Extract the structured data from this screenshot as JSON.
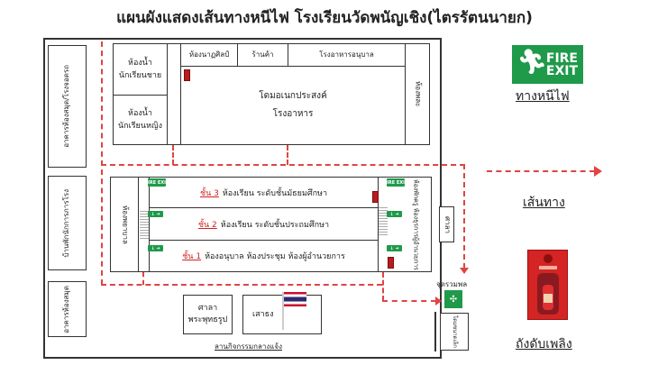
{
  "title": "แผนผังแสดงเส้นทางหนีไฟ โรงเรียนวัดพนัญเชิง(ไตรรัตนนายก)",
  "rooms": {
    "library_parking": "อาคารห้องสมุด/โรงจอดรถ",
    "janitor_house": "บ้านพักนักการภารโรง",
    "library": "อาคารห้องสมุด",
    "boys_toilet_1": "ห้องน้ำ",
    "boys_toilet_2": "นักเรียนชาย",
    "girls_toilet_1": "ห้องน้ำ",
    "girls_toilet_2": "นักเรียนหญิง",
    "dance_room": "ห้องนาฏศิลป์",
    "shop": "ร้านค้า",
    "kinder_canteen": "โรงอาหารอนุบาล",
    "dome_1": "โดมอเนกประสงค์",
    "dome_2": "โรงอาหาร",
    "pe_room": "ห้องพละ",
    "nurse_room": "ห้องพยาบาล",
    "teacher_room": "ห้องพักครู",
    "admin_room": "ห้องธุรการผู้อำนวยการ",
    "pavilion": "ศาลา",
    "buddha_pavilion_1": "ศาลา",
    "buddha_pavilion_2": "พระพุทธรูป",
    "flagpole": "เสาธง",
    "courtyard": "ลานกิจกรรมกลางแจ้ง",
    "assembly_point": "จุดรวมพล",
    "small_dome": "โดมขนาดเล็ก"
  },
  "floors": [
    {
      "num": "ชั้น 3",
      "desc": "ห้องเรียน ระดับชั้นมัธยมศึกษา"
    },
    {
      "num": "ชั้น 2",
      "desc": "ห้องเรียน ระดับชั้นประถมศึกษา"
    },
    {
      "num": "ชั้น 1",
      "desc": "ห้องอนุบาล ห้องประชุม ห้องผู้อำนวยการ"
    }
  ],
  "exit_sign": {
    "line1": "FIRE",
    "line2": "EXIT"
  },
  "legend": {
    "fire_exit": "ทางหนีไฟ",
    "route": "เส้นทาง",
    "extinguisher": "ถังดับเพลิง"
  },
  "colors": {
    "exit_green": "#1f9a4a",
    "route_red": "#e04444",
    "extinguisher_red": "#b81c1c"
  }
}
